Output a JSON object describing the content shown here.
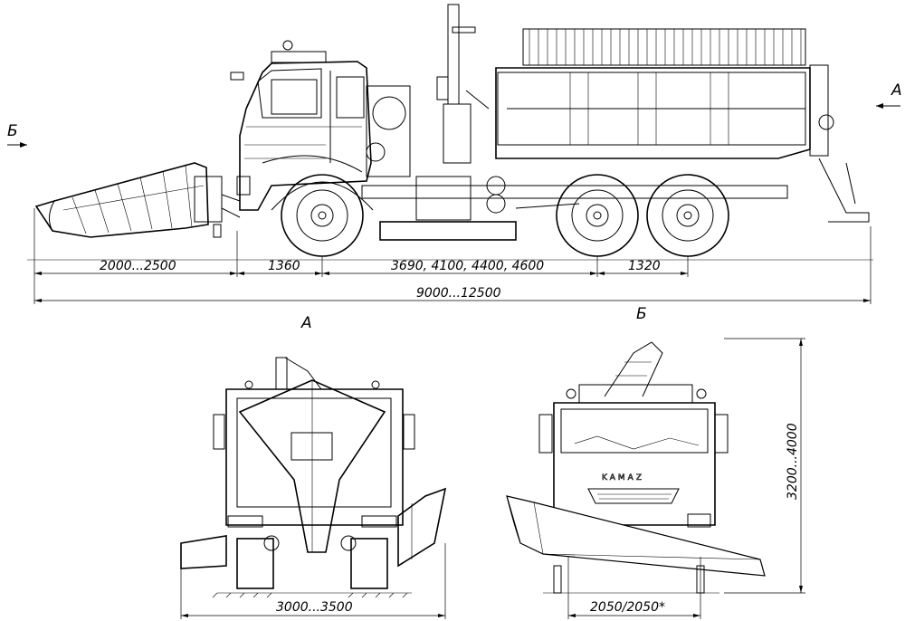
{
  "dimensions": {
    "plow_reach": "2000...2500",
    "front_overhang": "1360",
    "wheelbase": "3690, 4100, 4400, 4600",
    "rear_axle_spacing": "1320",
    "overall_length": "9000...12500",
    "rear_width": "3000...3500",
    "front_track": "2050/2050*",
    "height": "3200...4000"
  },
  "view_labels": {
    "arrow_a": "А",
    "arrow_b": "Б",
    "view_a_title": "А",
    "view_b_title": "Б"
  },
  "grille_brand": "KAMAZ"
}
